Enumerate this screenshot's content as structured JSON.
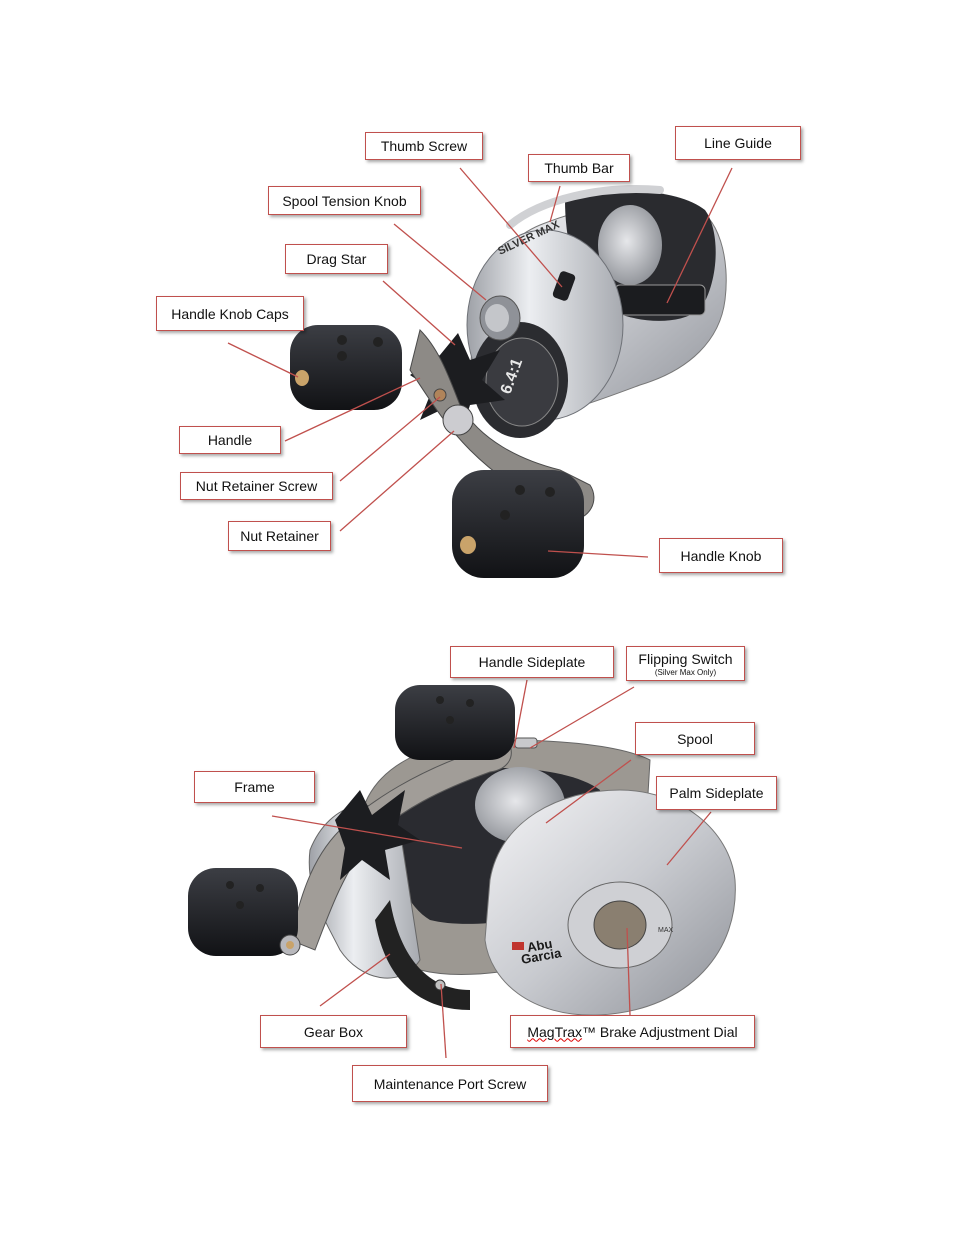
{
  "colors": {
    "leader": "#c0504d",
    "label_border": "#c0504d"
  },
  "labels": {
    "thumb_screw": "Thumb Screw",
    "thumb_bar": "Thumb Bar",
    "line_guide": "Line Guide",
    "spool_tension_knob": "Spool Tension Knob",
    "drag_star": "Drag Star",
    "handle_knob_caps": "Handle Knob Caps",
    "handle": "Handle",
    "nut_retainer_screw": "Nut Retainer Screw",
    "nut_retainer": "Nut Retainer",
    "handle_knob": "Handle Knob",
    "handle_sideplate": "Handle Sideplate",
    "flipping_switch": "Flipping Switch",
    "flipping_switch_note": "(Silver Max Only)",
    "spool": "Spool",
    "frame": "Frame",
    "palm_sideplate": "Palm Sideplate",
    "gear_box": "Gear Box",
    "magtrax_word": "MagTrax",
    "magtrax_rest": "™ Brake Adjustment Dial",
    "maintenance_port_screw": "Maintenance Port Screw"
  },
  "reel_marks": {
    "model": "SILVER MAX",
    "gear_ratio": "6.4:1",
    "brand_line1": "Abu",
    "brand_line2": "Garcia",
    "dial_max": "MAX"
  }
}
